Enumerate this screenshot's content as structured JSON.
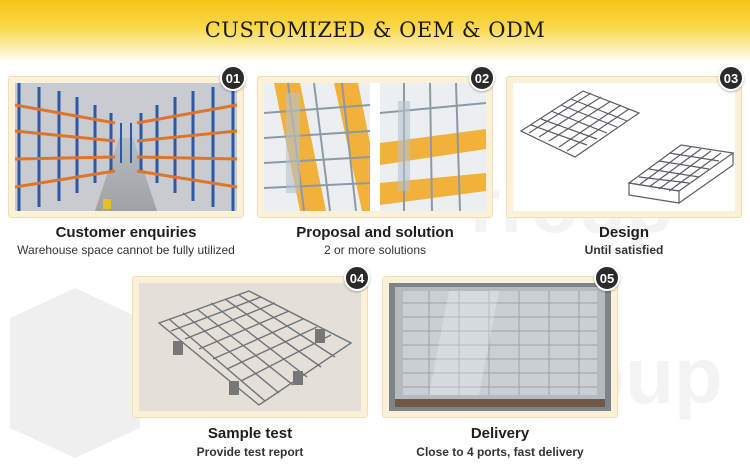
{
  "banner": {
    "title": "CUSTOMIZED & OEM & ODM"
  },
  "watermark": {
    "text_top": "rroup",
    "text_bottom": "roup"
  },
  "colors": {
    "banner": "#f6c417",
    "card_border": "#f1dfb3",
    "badge": "#2a2a2a",
    "beam": "#f2b13a"
  },
  "steps": [
    {
      "number": "01",
      "title": "Customer enquiries",
      "subtitle": "Warehouse space cannot be fully utilized",
      "image": "warehouse-racking-image"
    },
    {
      "number": "02",
      "title": "Proposal and solution",
      "subtitle": "2 or more solutions",
      "image": "wire-deck-on-beams-image"
    },
    {
      "number": "03",
      "title": "Design",
      "subtitle": "Until satisfied",
      "image": "wire-deck-design-image"
    },
    {
      "number": "04",
      "title": "Sample test",
      "subtitle": "Provide test report",
      "image": "wire-deck-sample-image"
    },
    {
      "number": "05",
      "title": "Delivery",
      "subtitle": "Close to 4 ports, fast delivery",
      "image": "packed-pallet-image"
    }
  ]
}
